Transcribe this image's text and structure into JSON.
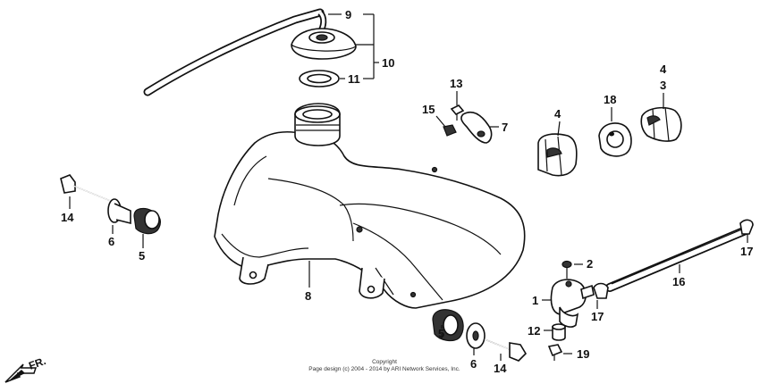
{
  "callouts": [
    {
      "id": "c9",
      "label": "9"
    },
    {
      "id": "c10",
      "label": "10"
    },
    {
      "id": "c11",
      "label": "11"
    },
    {
      "id": "c13",
      "label": "13"
    },
    {
      "id": "c15",
      "label": "15"
    },
    {
      "id": "c7",
      "label": "7"
    },
    {
      "id": "c4a",
      "label": "4"
    },
    {
      "id": "c18",
      "label": "18"
    },
    {
      "id": "c4b",
      "label": "4"
    },
    {
      "id": "c3",
      "label": "3"
    },
    {
      "id": "c14a",
      "label": "14"
    },
    {
      "id": "c6a",
      "label": "6"
    },
    {
      "id": "c5a",
      "label": "5"
    },
    {
      "id": "c8",
      "label": "8"
    },
    {
      "id": "c2",
      "label": "2"
    },
    {
      "id": "c1",
      "label": "1"
    },
    {
      "id": "c16",
      "label": "16"
    },
    {
      "id": "c17a",
      "label": "17"
    },
    {
      "id": "c17b",
      "label": "17"
    },
    {
      "id": "c12",
      "label": "12"
    },
    {
      "id": "c19",
      "label": "19"
    },
    {
      "id": "c5b",
      "label": "5"
    },
    {
      "id": "c6b",
      "label": "6"
    },
    {
      "id": "c14b",
      "label": "14"
    }
  ],
  "copyright_line1": "Copyright",
  "copyright_line2": "Page design (c) 2004 - 2014 by ARI Network Services, Inc.",
  "direction_label": "FR."
}
